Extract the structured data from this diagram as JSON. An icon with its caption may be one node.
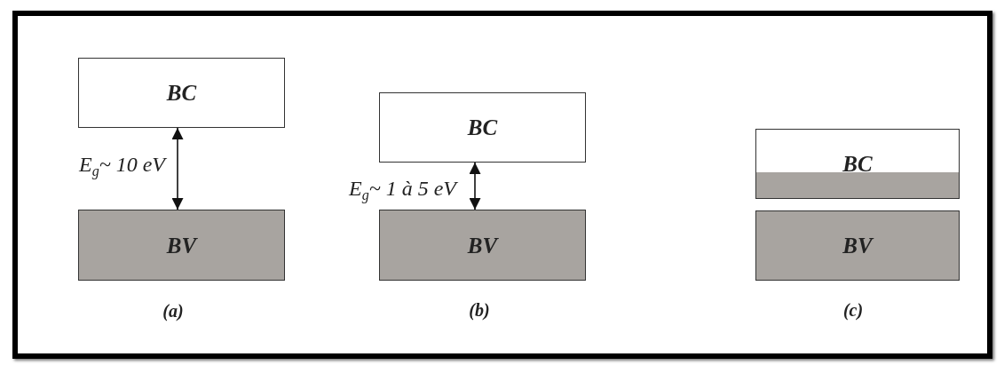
{
  "diagram": {
    "nodes": [
      {
        "text": [
          "BC"
        ]
      },
      {
        "text": [
          "BV"
        ]
      },
      {
        "text": [
          "BC"
        ]
      },
      {
        "text": [
          "BV"
        ]
      },
      {
        "text": [
          "BC"
        ]
      },
      {
        "text": [
          "BV"
        ]
      }
    ],
    "edges": [
      {
        "from": 0,
        "to": 1,
        "arrow": "both",
        "label": "E$_{g}$~ 10 eV"
      },
      {
        "from": 2,
        "to": 3,
        "arrow": "both",
        "label": "E$_{g}$~ 1 à 5 eV"
      }
    ],
    "labels": [
      "(a)",
      "(b)",
      "(c)"
    ]
  }
}
